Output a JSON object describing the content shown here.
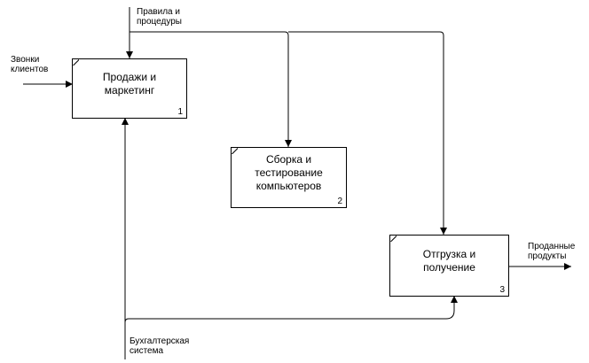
{
  "diagram": {
    "boxes": [
      {
        "title": "Продажи и\nмаркетинг",
        "number": "1"
      },
      {
        "title": "Сборка и\nтестирование\nкомпьютеров",
        "number": "2"
      },
      {
        "title": "Отгрузка и\nполучение",
        "number": "3"
      }
    ],
    "arrows": {
      "calls_label": "Звонки\nклиентов",
      "rules_label": "Правила и\nпроцедуры",
      "sold_products_label": "Проданные\nпродукты",
      "accounting_label": "Бухгалтерская\nсистема"
    }
  }
}
